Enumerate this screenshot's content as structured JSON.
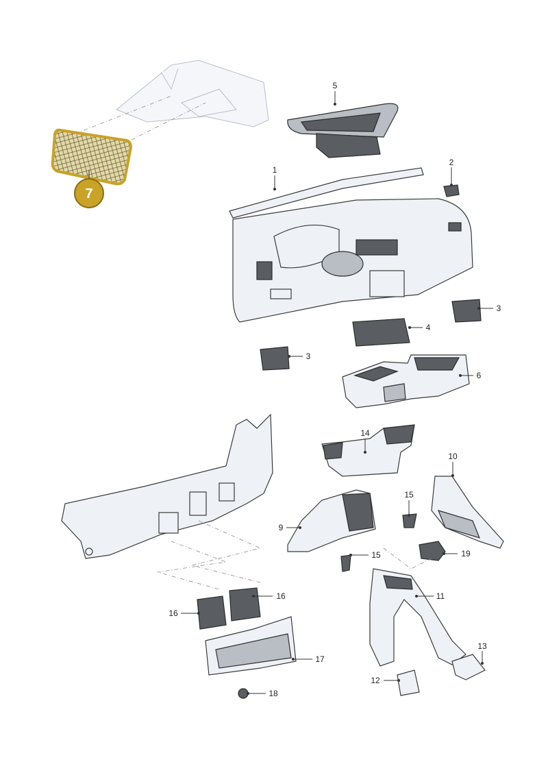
{
  "highlight": {
    "number": "7",
    "badge_color": "#c9a227",
    "badge_stroke": "#8a6d10"
  },
  "callouts": [
    {
      "id": "c1",
      "label": "1"
    },
    {
      "id": "c2",
      "label": "2"
    },
    {
      "id": "c3a",
      "label": "3"
    },
    {
      "id": "c3b",
      "label": "3"
    },
    {
      "id": "c4",
      "label": "4"
    },
    {
      "id": "c5",
      "label": "5"
    },
    {
      "id": "c6",
      "label": "6"
    },
    {
      "id": "c9",
      "label": "9"
    },
    {
      "id": "c10",
      "label": "10"
    },
    {
      "id": "c11",
      "label": "11"
    },
    {
      "id": "c12",
      "label": "12"
    },
    {
      "id": "c13",
      "label": "13"
    },
    {
      "id": "c14",
      "label": "14"
    },
    {
      "id": "c15a",
      "label": "15"
    },
    {
      "id": "c15b",
      "label": "15"
    },
    {
      "id": "c16a",
      "label": "16"
    },
    {
      "id": "c16b",
      "label": "16"
    },
    {
      "id": "c17",
      "label": "17"
    },
    {
      "id": "c18",
      "label": "18"
    },
    {
      "id": "c19",
      "label": "19"
    }
  ]
}
